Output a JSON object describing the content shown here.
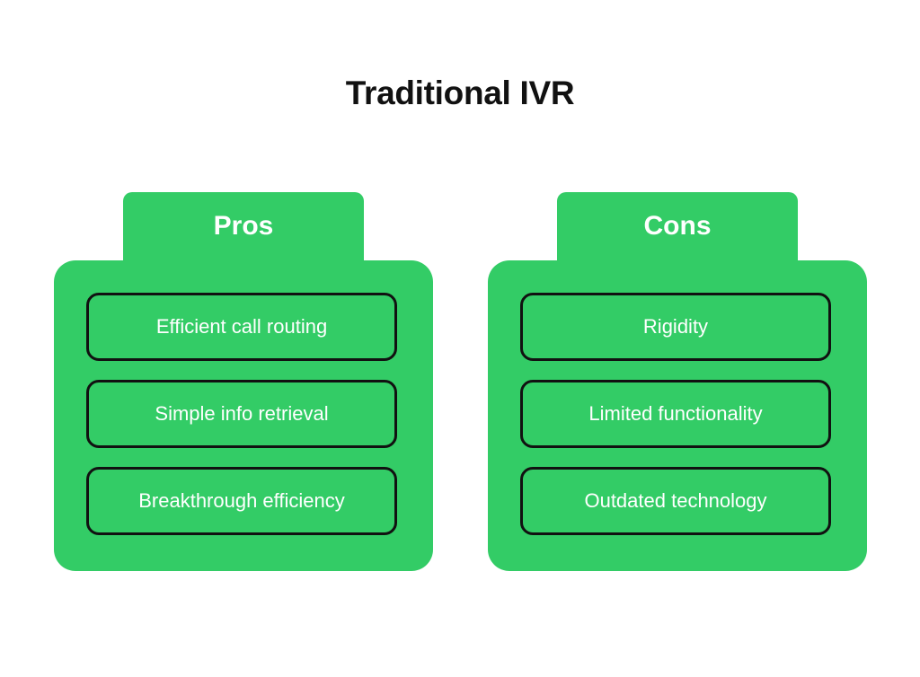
{
  "title": "Traditional IVR",
  "colors": {
    "accent": "#33CC66",
    "text_on_accent": "#FFFFFF",
    "outline": "#111111"
  },
  "pros": {
    "heading": "Pros",
    "items": [
      "Efficient call routing",
      "Simple info retrieval",
      "Breakthrough efficiency"
    ]
  },
  "cons": {
    "heading": "Cons",
    "items": [
      "Rigidity",
      "Limited functionality",
      "Outdated technology"
    ]
  }
}
